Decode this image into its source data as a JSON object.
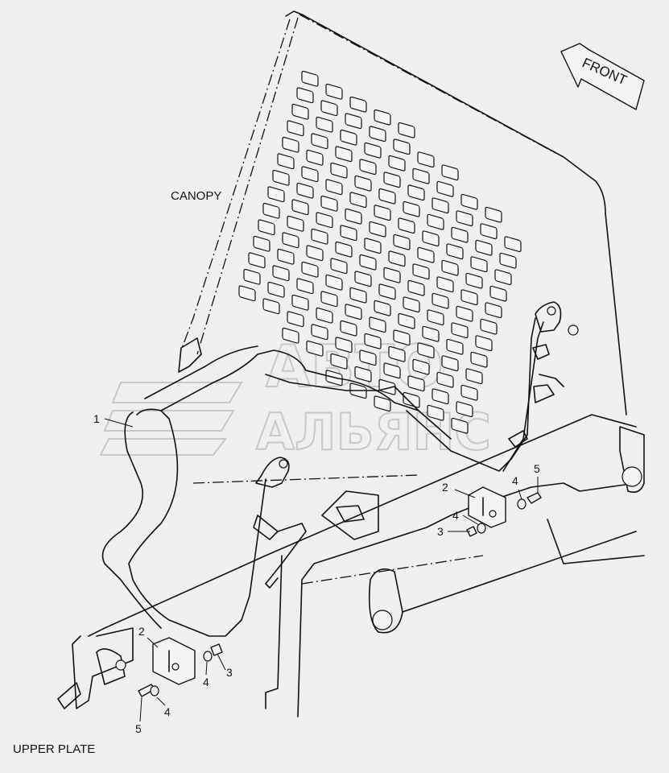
{
  "labels": {
    "canopy": "CANOPY",
    "upper_plate": "UPPER PLATE",
    "front": "FRONT"
  },
  "watermark": {
    "line1": "АВТО",
    "line2": "АЛЬЯНС"
  },
  "callouts": [
    {
      "id": "c1",
      "text": "1"
    },
    {
      "id": "c2a",
      "text": "2"
    },
    {
      "id": "c4a",
      "text": "4"
    },
    {
      "id": "c3a",
      "text": "3"
    },
    {
      "id": "c5a",
      "text": "5"
    },
    {
      "id": "c2b",
      "text": "2"
    },
    {
      "id": "c3b",
      "text": "3"
    },
    {
      "id": "c4b",
      "text": "4"
    },
    {
      "id": "c4c",
      "text": "4"
    },
    {
      "id": "c5b",
      "text": "5"
    }
  ]
}
